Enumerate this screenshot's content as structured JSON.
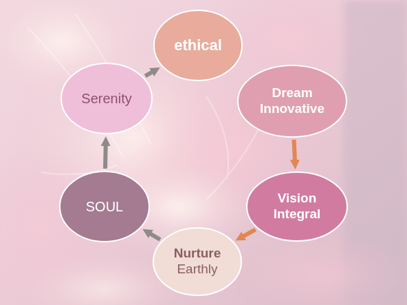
{
  "diagram": {
    "nodes": [
      {
        "text": [
          "ethical"
        ]
      },
      {
        "text": [
          "Dream Innovative"
        ]
      },
      {
        "text": [
          "Vision Integral"
        ]
      },
      {
        "text": [
          "Nurture",
          "Earthly"
        ]
      },
      {
        "text": [
          "SOUL"
        ]
      },
      {
        "text": [
          "Serenity"
        ]
      }
    ],
    "edges": [
      {
        "from": 1,
        "to": 2,
        "arrow": "to"
      },
      {
        "from": 2,
        "to": 3,
        "arrow": "to"
      },
      {
        "from": 3,
        "to": 4,
        "arrow": "to"
      },
      {
        "from": 4,
        "to": 5,
        "arrow": "to"
      },
      {
        "from": 5,
        "to": 0,
        "arrow": "to"
      }
    ]
  }
}
